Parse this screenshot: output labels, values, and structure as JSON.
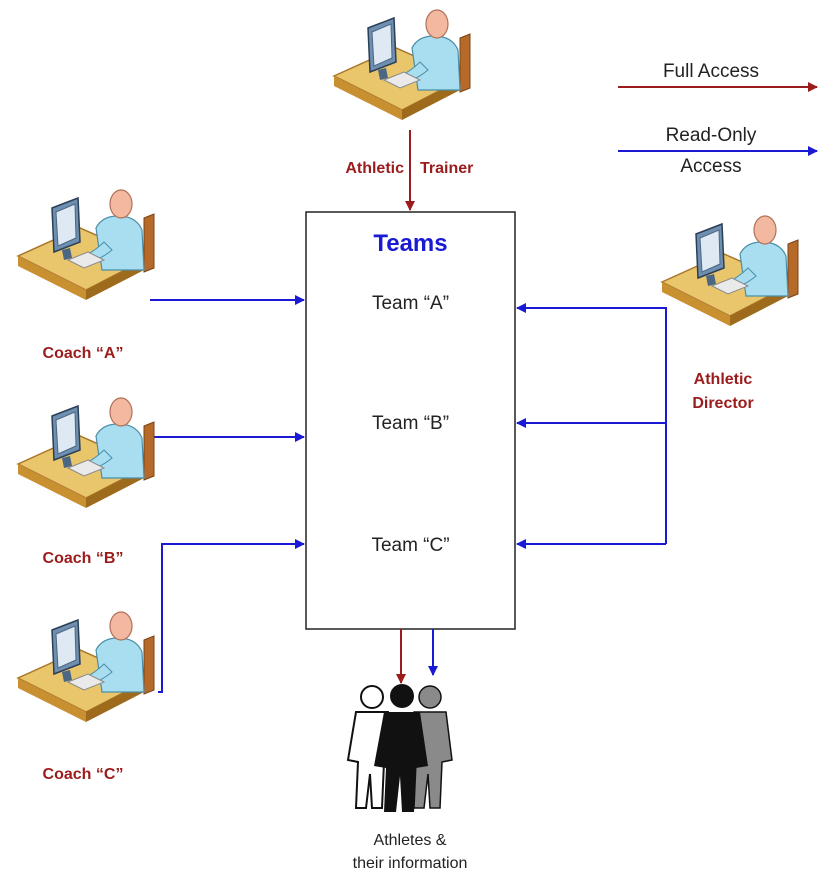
{
  "legend": {
    "full_access_label": "Full Access",
    "read_only_line1": "Read-Only",
    "read_only_line2": "Access"
  },
  "colors": {
    "full_access": "#9b1c1c",
    "read_only": "#1a1ad4",
    "label_red": "#9b1c1c"
  },
  "teams_box": {
    "title": "Teams",
    "items": [
      "Team “A”",
      "Team “B”",
      "Team “C”"
    ]
  },
  "users": {
    "athletic_trainer": {
      "word1": "Athletic",
      "word2": "Trainer",
      "icon": "person-at-computer-icon"
    },
    "athletic_director": {
      "line1": "Athletic",
      "line2": "Director",
      "icon": "person-at-computer-icon"
    },
    "coach_a": {
      "label": "Coach “A”",
      "icon": "person-at-computer-icon"
    },
    "coach_b": {
      "label": "Coach “B”",
      "icon": "person-at-computer-icon"
    },
    "coach_c": {
      "label": "Coach “C”",
      "icon": "person-at-computer-icon"
    }
  },
  "athletes": {
    "line1": "Athletes &",
    "line2": "their information",
    "icon": "group-of-people-icon"
  }
}
